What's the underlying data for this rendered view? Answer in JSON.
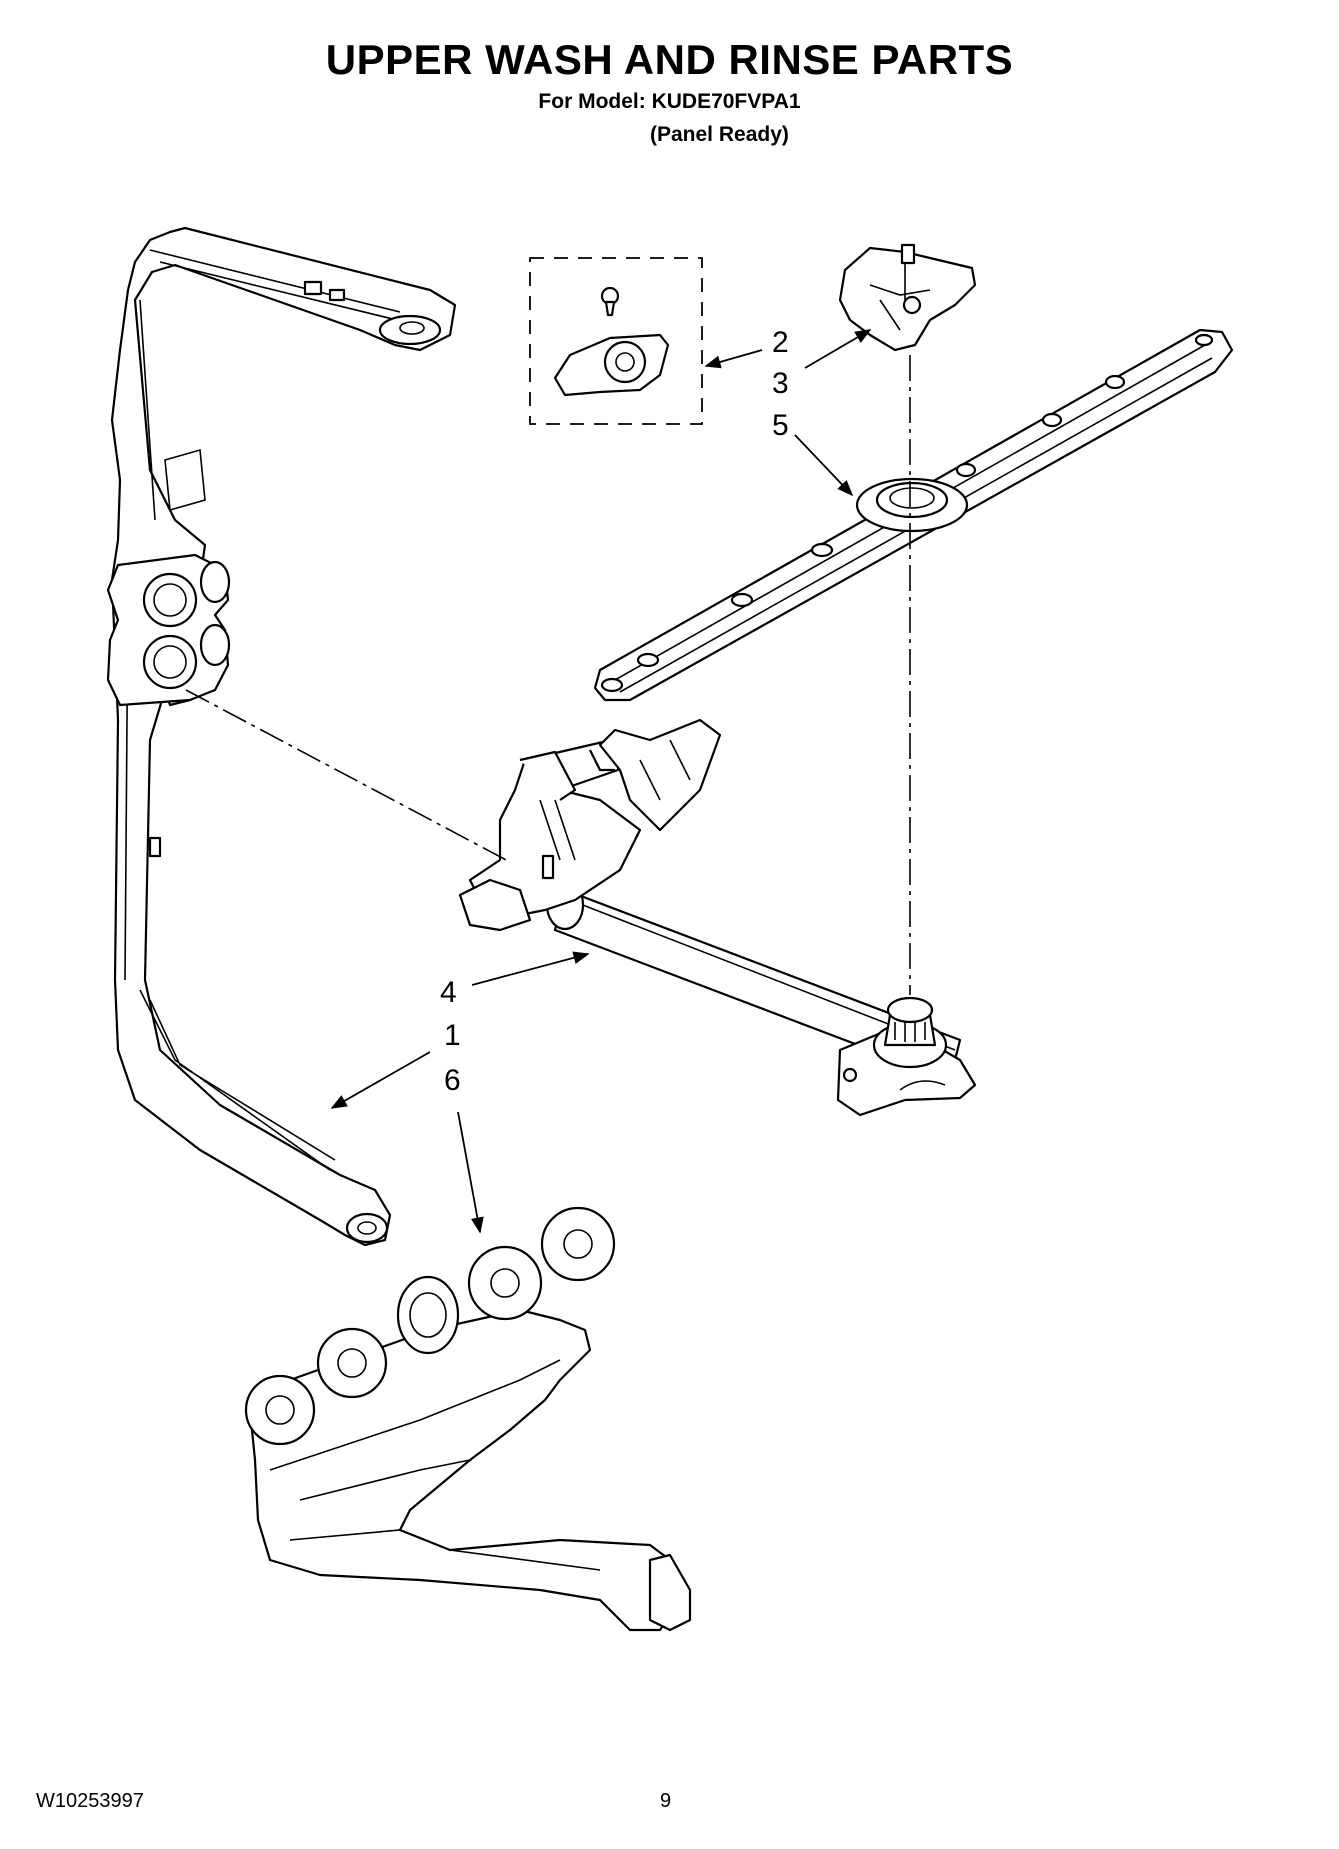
{
  "header": {
    "title": "UPPER WASH AND RINSE PARTS",
    "model_line": "For Model: KUDE70FVPA1",
    "variant_line": "(Panel Ready)"
  },
  "footer": {
    "doc_number": "W10253997",
    "page_number": "9"
  },
  "callouts": {
    "c2": "2",
    "c3": "3",
    "c5": "5",
    "c4": "4",
    "c1": "1",
    "c6": "6"
  }
}
